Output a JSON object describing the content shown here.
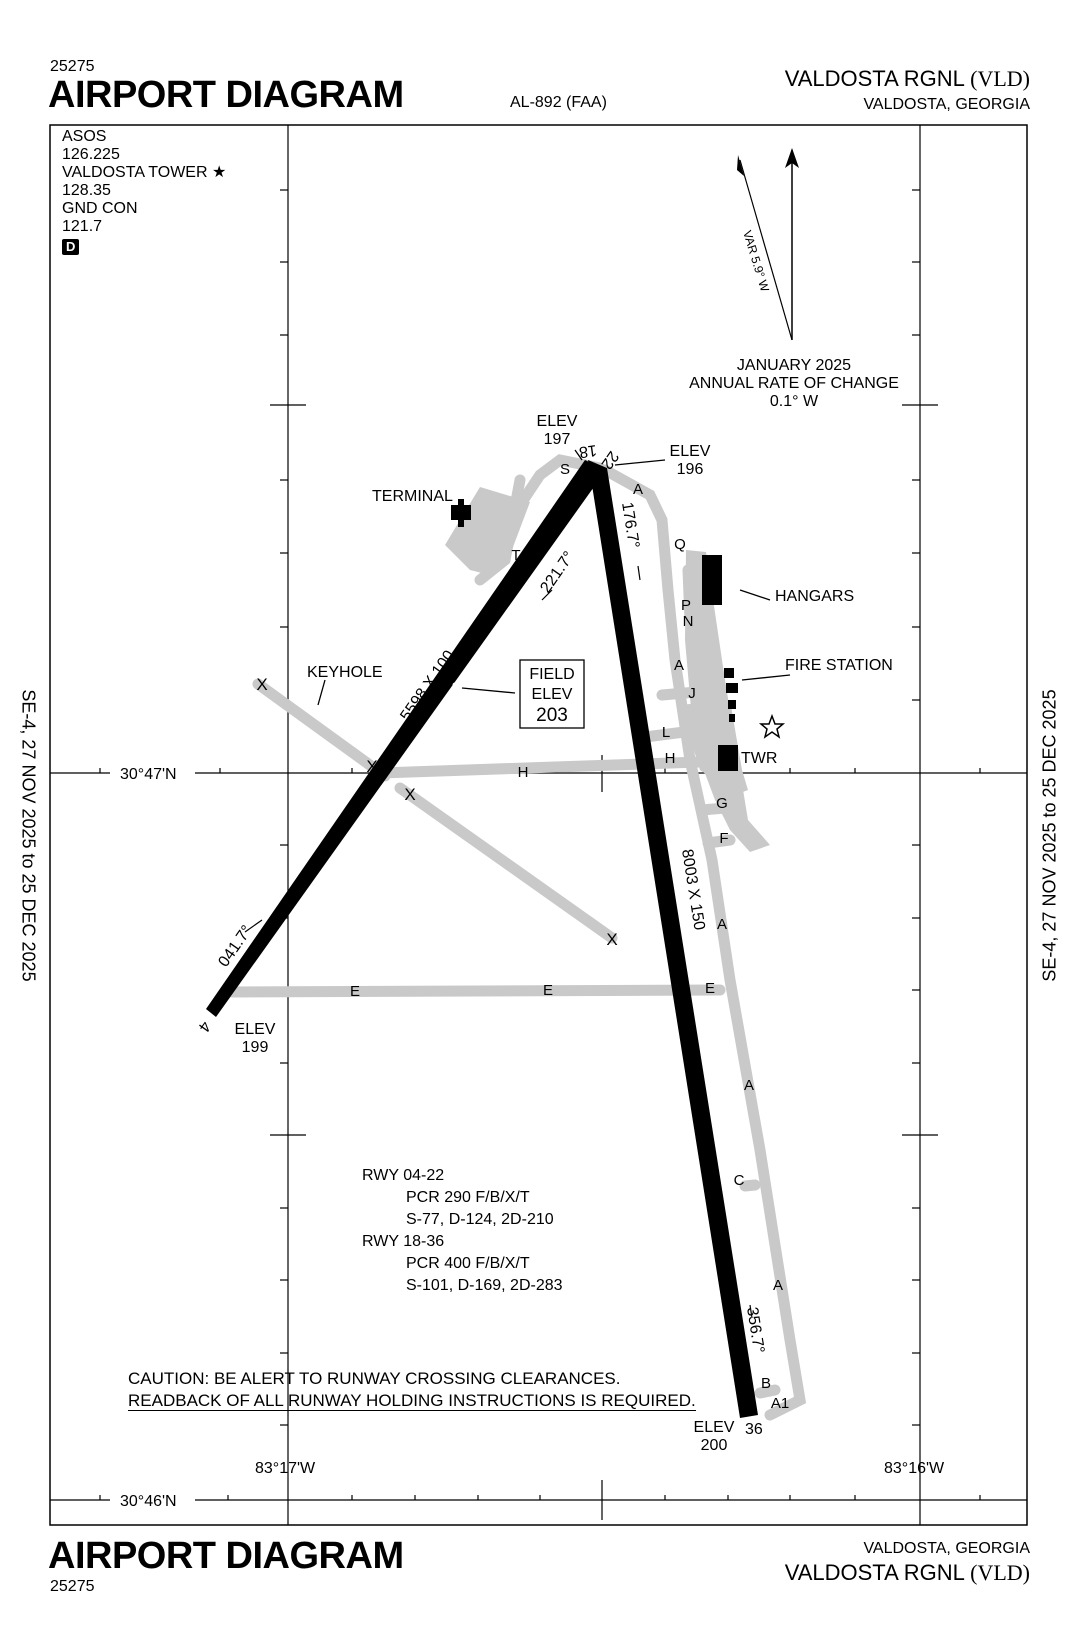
{
  "header": {
    "chart_number": "25275",
    "title": "AIRPORT DIAGRAM",
    "procedure_id": "AL-892 (FAA)",
    "airport_name": "VALDOSTA RGNL",
    "airport_id": "(VLD)",
    "location": "VALDOSTA, GEORGIA"
  },
  "footer": {
    "chart_number": "25275",
    "title": "AIRPORT DIAGRAM",
    "airport_name": "VALDOSTA RGNL",
    "airport_id": "(VLD)",
    "location": "VALDOSTA, GEORGIA"
  },
  "frequencies": {
    "asos_label": "ASOS",
    "asos_freq": "126.225",
    "tower_label": "VALDOSTA TOWER",
    "tower_star": "★",
    "tower_freq": "128.35",
    "gnd_label": "GND CON",
    "gnd_freq": "121.7",
    "d_badge": "D"
  },
  "validity": {
    "left": "SE-4, 27 NOV 2025 to 25 DEC 2025",
    "right": "SE-4, 27 NOV 2025 to 25 DEC 2025"
  },
  "magnetic": {
    "var_label": "VAR 5.9° W",
    "date": "JANUARY 2025",
    "rate_label": "ANNUAL RATE OF CHANGE",
    "rate_value": "0.1° W"
  },
  "coordinates": {
    "lat_main": "30°47'N",
    "lat_bottom": "30°46'N",
    "lon_left": "83°17'W",
    "lon_right": "83°16'W"
  },
  "runways": {
    "rwy_0422": {
      "dims": "5598 X 100",
      "end_04": "4",
      "end_22": "22",
      "heading_04": "041.7°",
      "heading_22": "221.7°",
      "elev_04_label": "ELEV",
      "elev_04_value": "199",
      "elev_22_label": "ELEV",
      "elev_22_value": "196"
    },
    "rwy_1836": {
      "dims": "8003 X 150",
      "end_18": "18",
      "end_36": "36",
      "heading_18": "176.7°",
      "heading_36": "356.7°",
      "elev_18_label": "ELEV",
      "elev_18_value": "197",
      "elev_36_label": "ELEV",
      "elev_36_value": "200"
    }
  },
  "field_elev": {
    "line1": "FIELD",
    "line2": "ELEV",
    "value": "203"
  },
  "labels": {
    "terminal": "TERMINAL",
    "hangars": "HANGARS",
    "fire_station": "FIRE STATION",
    "twr": "TWR",
    "keyhole": "KEYHOLE",
    "closed_mark": "X"
  },
  "taxiways": {
    "s": "S",
    "t": "T",
    "a": "A",
    "q": "Q",
    "p": "P",
    "n": "N",
    "j": "J",
    "l": "L",
    "h": "H",
    "g": "G",
    "f": "F",
    "e": "E",
    "c": "C",
    "b": "B",
    "a1": "A1"
  },
  "pcr": {
    "rwy1": "RWY 04-22",
    "rwy1_pcr": "PCR 290 F/B/X/T",
    "rwy1_loads": "S-77, D-124, 2D-210",
    "rwy2": "RWY 18-36",
    "rwy2_pcr": "PCR 400 F/B/X/T",
    "rwy2_loads": "S-101, D-169, 2D-283"
  },
  "caution": {
    "line1": "CAUTION: BE ALERT TO RUNWAY CROSSING CLEARANCES.",
    "line2": "READBACK OF ALL RUNWAY HOLDING INSTRUCTIONS IS REQUIRED."
  }
}
